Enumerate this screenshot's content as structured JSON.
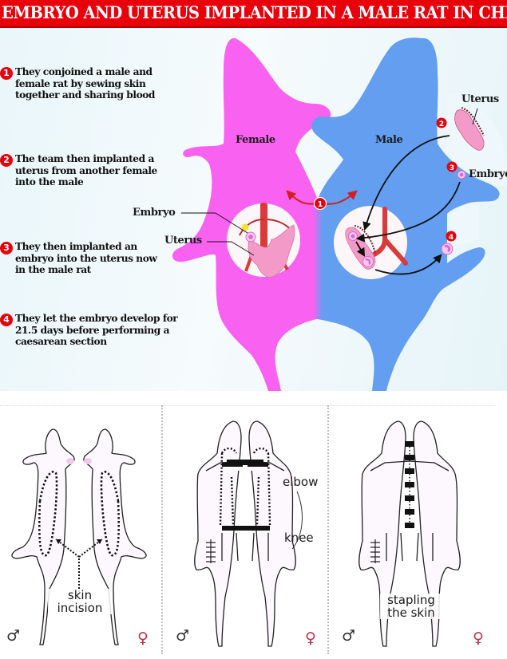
{
  "headline": "EMBRYO AND UTERUS IMPLANTED IN A MALE RAT IN CHINA",
  "colors": {
    "banner": "#e8000b",
    "female_rat": "#f962f0",
    "male_rat": "#639ef0",
    "step_badge": "#e8000b",
    "uterus": "#f49ac9",
    "blood_vessel": "#d93a3a"
  },
  "steps": [
    {
      "number": "1",
      "text": "They conjoined a male and female rat by sewing skin together and sharing blood"
    },
    {
      "number": "2",
      "text": "The team then implanted a uterus from another female into the male"
    },
    {
      "number": "3",
      "text": "They then implanted an embryo into the uterus now in the male rat"
    },
    {
      "number": "4",
      "text": "They let the embryo develop for 21.5 days before performing a caesarean section"
    }
  ],
  "diagram_labels": {
    "female": "Female",
    "male": "Male",
    "embryo_left": "Embryo",
    "uterus_left": "Uterus",
    "uterus_right": "Uterus",
    "embryo_right": "Embryo"
  },
  "diagram_badges": [
    "1",
    "2",
    "3",
    "4"
  ],
  "procedure_panels": [
    {
      "label": "skin incision",
      "label_lines": [
        "skin",
        "incision"
      ],
      "male_symbol": "♂",
      "female_symbol": "♀"
    },
    {
      "label_elbow": "elbow",
      "label_knee": "knee",
      "male_symbol": "♂",
      "female_symbol": "♀"
    },
    {
      "label": "stapling the skin",
      "label_lines": [
        "stapling",
        "the skin"
      ],
      "male_symbol": "♂",
      "female_symbol": "♀"
    }
  ]
}
